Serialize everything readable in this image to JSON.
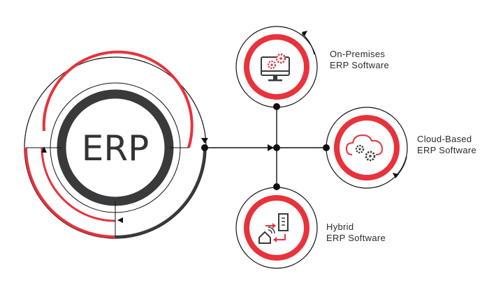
{
  "center": {
    "label": "ERP"
  },
  "nodes": [
    {
      "title": "On-Premises",
      "subtitle": "ERP Software",
      "icon": "monitor-gears-icon"
    },
    {
      "title": "Cloud-Based",
      "subtitle": "ERP Software",
      "icon": "cloud-gears-icon"
    },
    {
      "title": "Hybrid",
      "subtitle": "ERP Software",
      "icon": "house-building-sync-icon"
    }
  ],
  "colors": {
    "accent": "#e8323c",
    "dark": "#3a3a3d",
    "line": "#111111"
  }
}
